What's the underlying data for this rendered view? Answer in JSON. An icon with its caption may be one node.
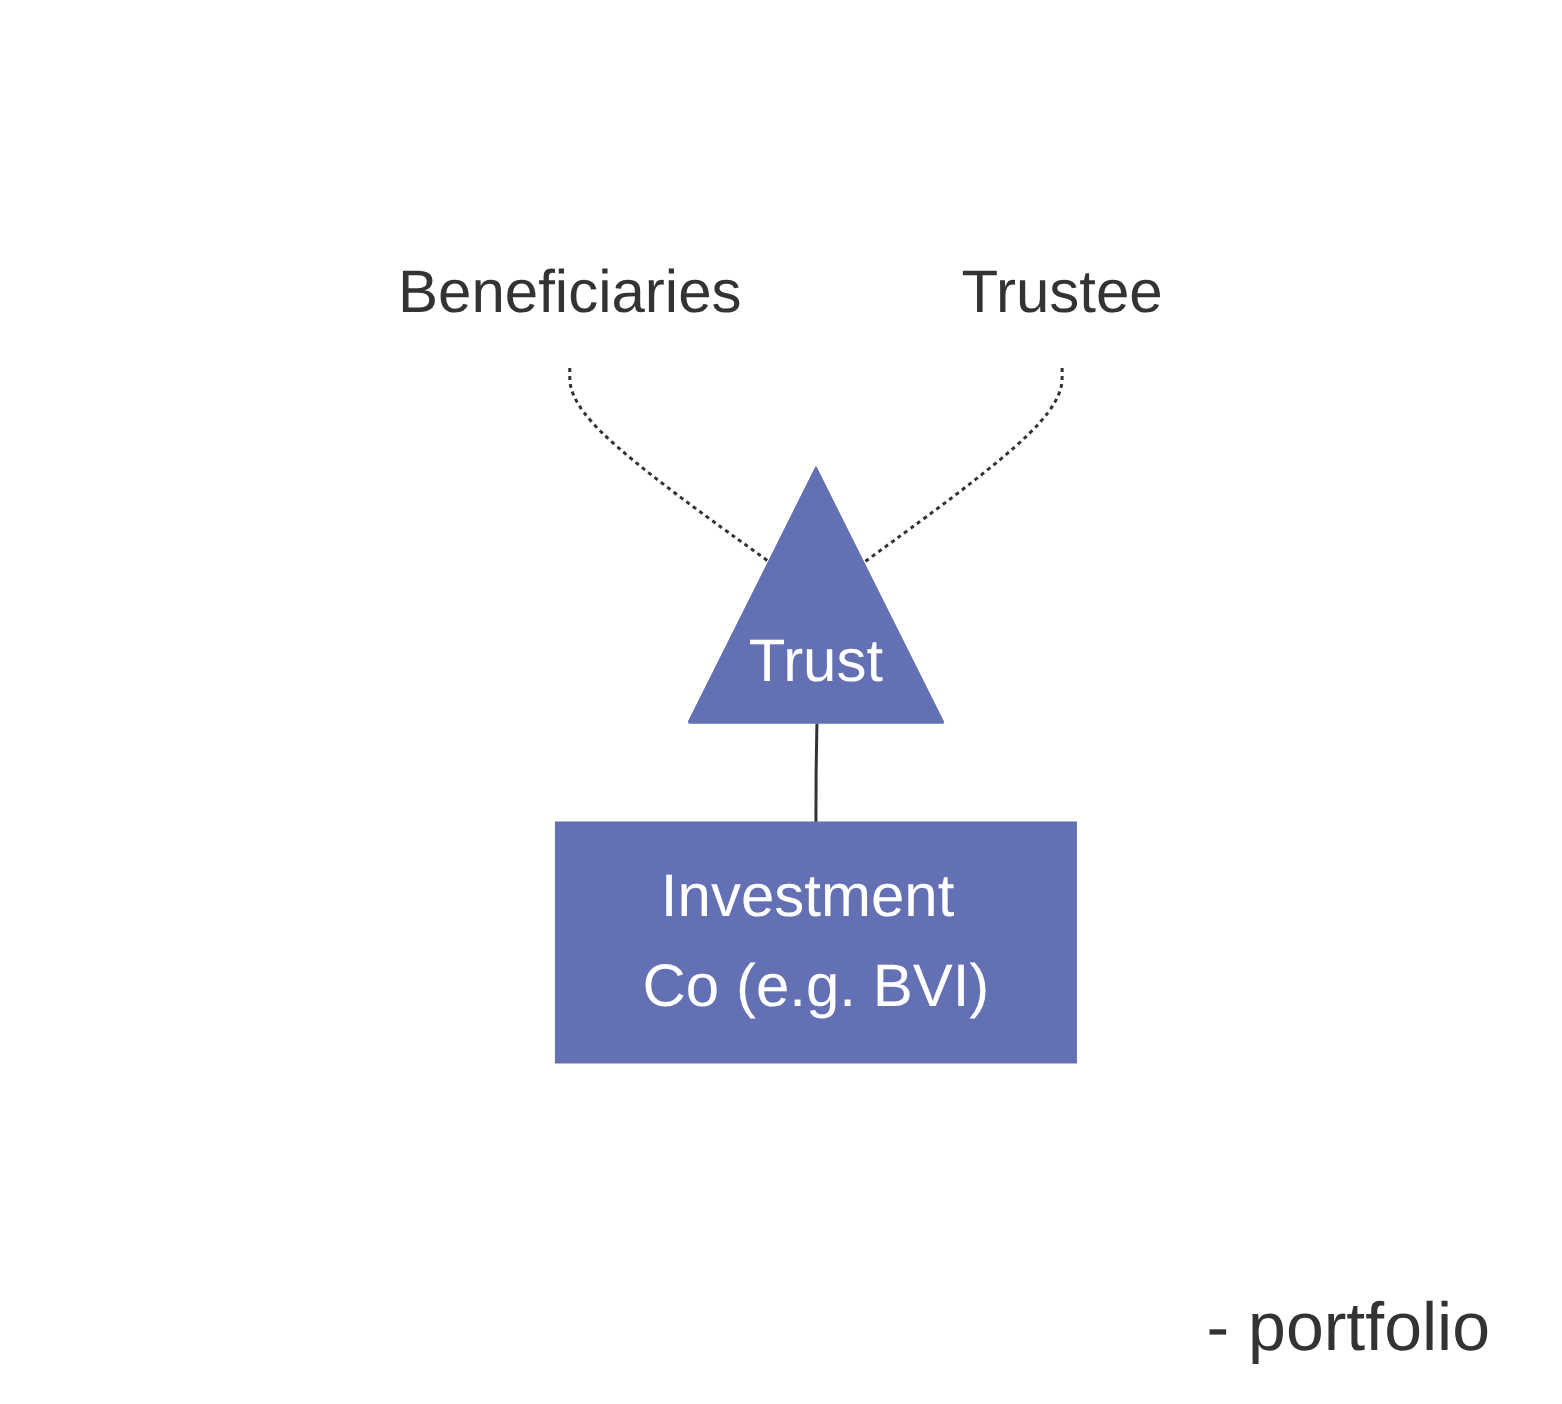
{
  "diagram": {
    "nodes": [
      {
        "text": [
          "Beneficiaries"
        ]
      },
      {
        "text": [
          "Trustee"
        ]
      },
      {
        "text": [
          "Trust"
        ]
      },
      {
        "text": [
          "Investment Co (e.g. BVI)"
        ]
      }
    ],
    "edges": [
      {
        "from": 0,
        "to": 2,
        "arrow": "none",
        "style": "dashed"
      },
      {
        "from": 1,
        "to": 2,
        "arrow": "none",
        "style": "dashed"
      },
      {
        "from": 2,
        "to": 3,
        "arrow": "none"
      }
    ],
    "labels": [
      "- portfolio"
    ]
  }
}
